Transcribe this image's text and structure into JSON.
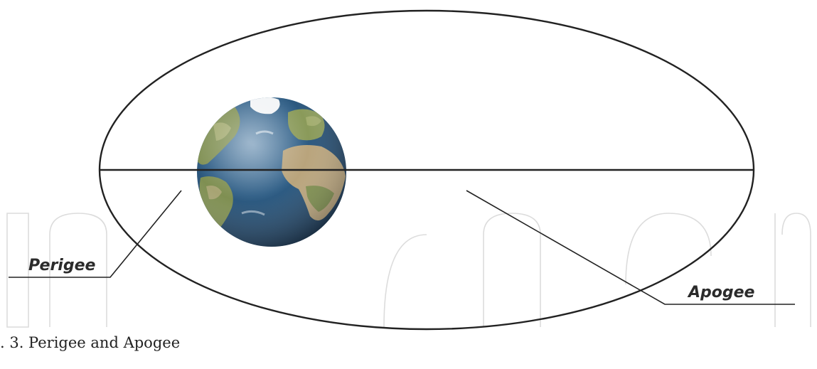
{
  "diagram": {
    "perigee_label": "Perigee",
    "apogee_label": "Apogee",
    "caption": ". 3. Perigee and Apogee",
    "central_body_icon": "earth-globe-icon",
    "watermark_icon": "intechopen-watermark-logo",
    "colors": {
      "orbit_line": "#222222",
      "text": "#2b2b2b",
      "watermark": "#dcdcdc",
      "ocean": "#2c5a80",
      "land": "#8a9a5a",
      "desert": "#b9a47c",
      "ice": "#f4f6f8"
    }
  }
}
